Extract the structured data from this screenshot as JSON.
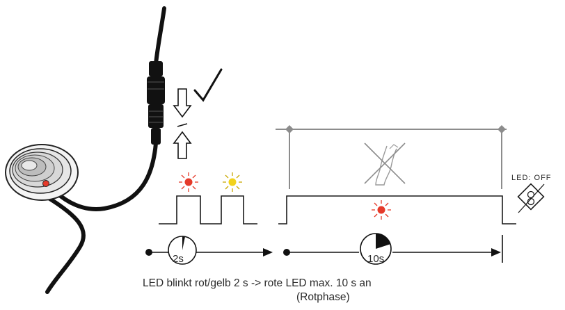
{
  "caption": {
    "main": "LED blinkt rot/gelb 2 s  ->  rote LED max. 10 s an",
    "sub": "(Rotphase)"
  },
  "led_off_label": "LED: OFF",
  "timer_short": "2s",
  "timer_long": "10s",
  "colors": {
    "line": "#1a1a1a",
    "grey": "#8c8c8c",
    "led_red": "#e53a2a",
    "led_yellow": "#f2d21a"
  }
}
